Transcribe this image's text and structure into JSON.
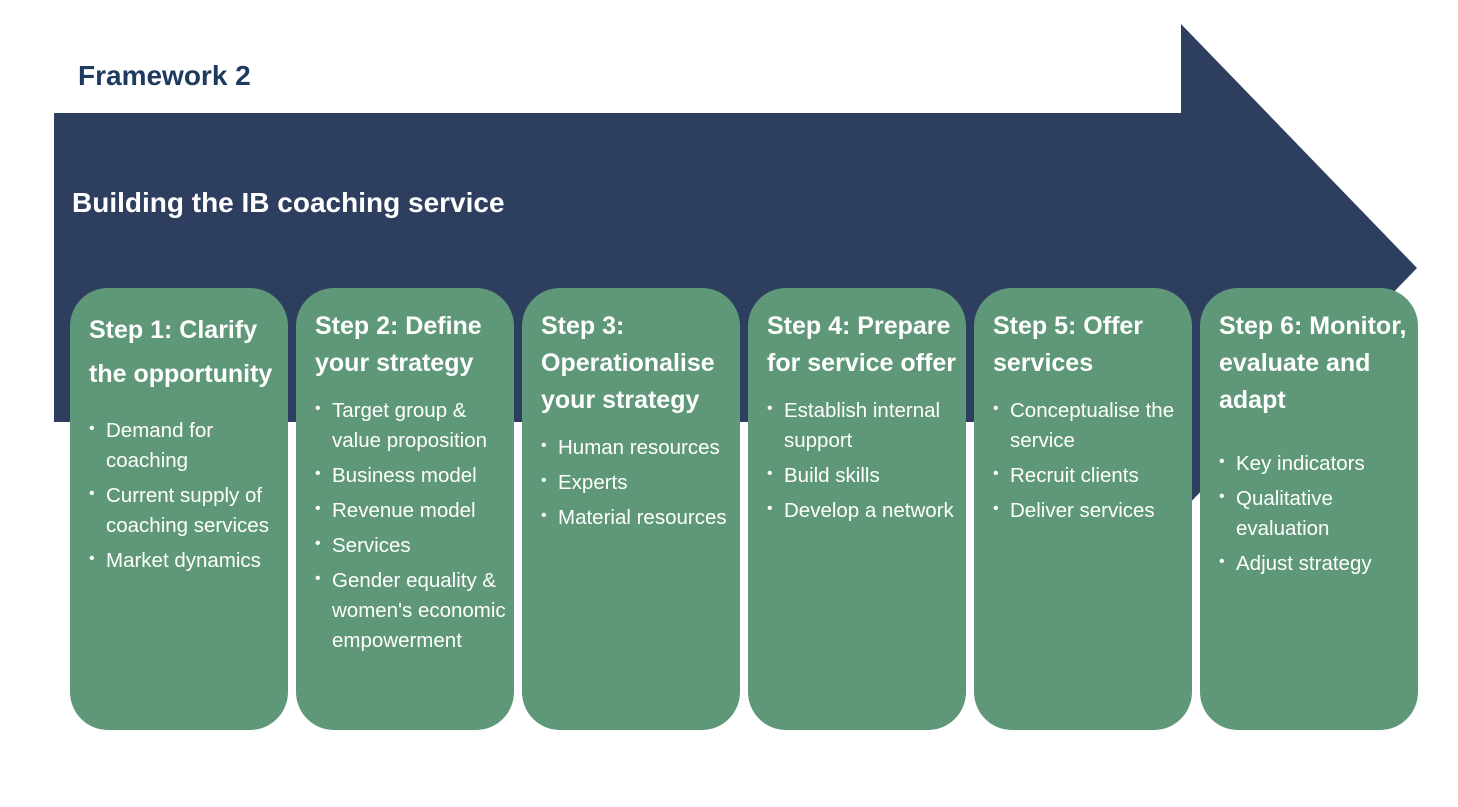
{
  "framework_title": "Framework 2",
  "banner_title": "Building the IB coaching service",
  "colors": {
    "navy": "#2d3e5e",
    "green": "#5e9878",
    "title": "#1f3a5f",
    "text": "#ffffff"
  },
  "steps": [
    {
      "title": "Step 1: Clarify the opportunity",
      "items": [
        "Demand for coaching",
        "Current supply of coaching services",
        "Market dynamics"
      ]
    },
    {
      "title": "Step 2: Define your strategy",
      "items": [
        "Target group & value proposition",
        "Business model",
        "Revenue model",
        "Services",
        "Gender equality & women's economic empowerment"
      ]
    },
    {
      "title": "Step 3: Operationalise your strategy",
      "items": [
        "Human resources",
        "Experts",
        "Material resources"
      ]
    },
    {
      "title": "Step 4: Prepare for service offer",
      "items": [
        "Establish internal support",
        "Build skills",
        "Develop a network"
      ]
    },
    {
      "title": "Step 5: Offer services",
      "items": [
        "Conceptualise the service",
        "Recruit clients",
        "Deliver services"
      ]
    },
    {
      "title": "Step 6: Monitor, evaluate and adapt",
      "items": [
        "Key indicators",
        "Qualitative evaluation",
        "Adjust strategy"
      ]
    }
  ]
}
